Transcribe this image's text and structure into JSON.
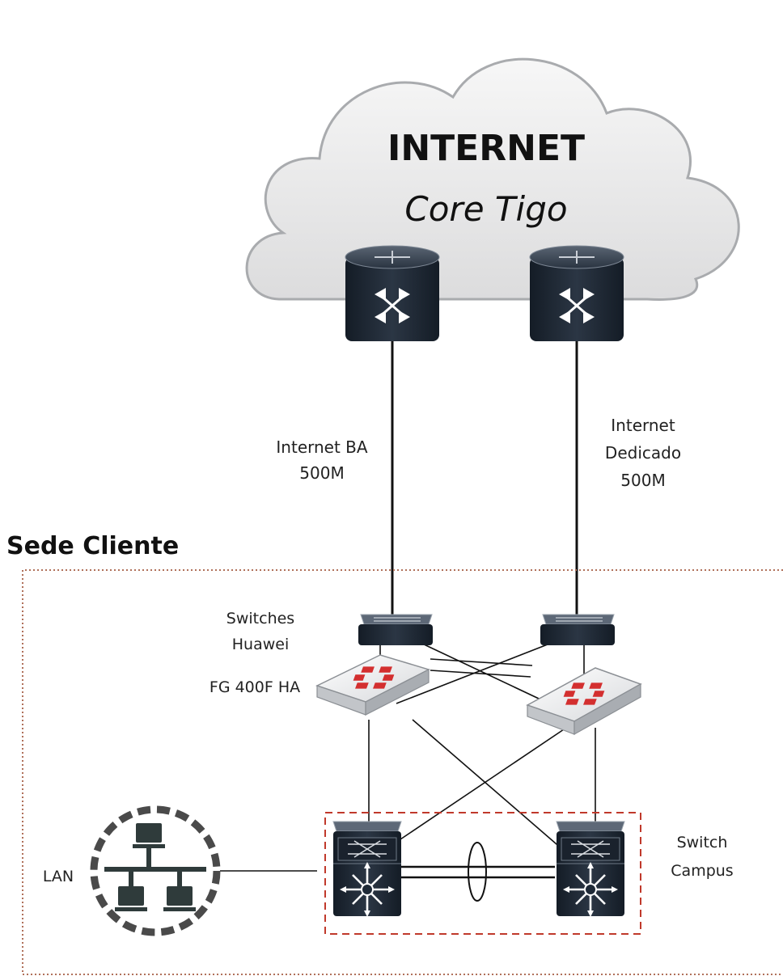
{
  "cloud": {
    "title": "INTERNET",
    "subtitle": "Core Tigo"
  },
  "links": {
    "ba_line1": "Internet BA",
    "ba_line2": "500M",
    "ded_line1": "Internet",
    "ded_line2": "Dedicado",
    "ded_line3": "500M"
  },
  "site": {
    "title": "Sede Cliente",
    "switches_line1": "Switches",
    "switches_line2": "Huawei",
    "firewall_label": "FG 400F HA",
    "lan_label": "LAN",
    "campus_line1": "Switch",
    "campus_line2": "Campus"
  },
  "colors": {
    "device_dark": "#1f2a37",
    "cloud_fill": "#e9e9ea",
    "site_border": "#b0705a",
    "campus_border": "#c0392b",
    "fortinet_red": "#d32f2f",
    "lan_ring": "#4a4a4a",
    "lan_fill": "#2f3b3b"
  },
  "icons": [
    "cloud-icon",
    "router-icon",
    "switch-icon",
    "firewall-icon",
    "core-switch-icon",
    "lan-icon"
  ]
}
